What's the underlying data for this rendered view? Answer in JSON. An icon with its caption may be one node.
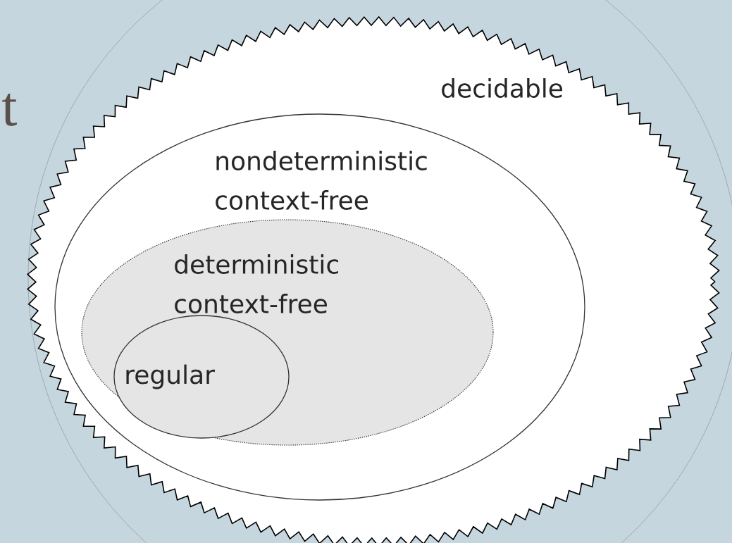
{
  "diagram": {
    "nodes": [
      {
        "text": [
          "decidable"
        ]
      },
      {
        "text": [
          "nondeterministic context-free"
        ],
        "in": 0
      },
      {
        "text": [
          "deterministic context-free"
        ],
        "in": 1
      },
      {
        "text": [
          "regular"
        ],
        "in": 2
      }
    ],
    "labels": [
      "t"
    ]
  }
}
